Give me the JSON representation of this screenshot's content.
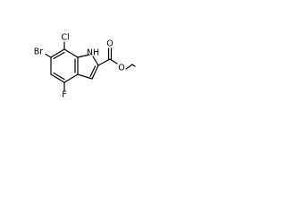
{
  "structure": {
    "atom_labels": {
      "br": "Br",
      "cl": "Cl",
      "nh": "NH",
      "f": "F",
      "o_carbonyl": "O",
      "o_ester": "O"
    }
  }
}
